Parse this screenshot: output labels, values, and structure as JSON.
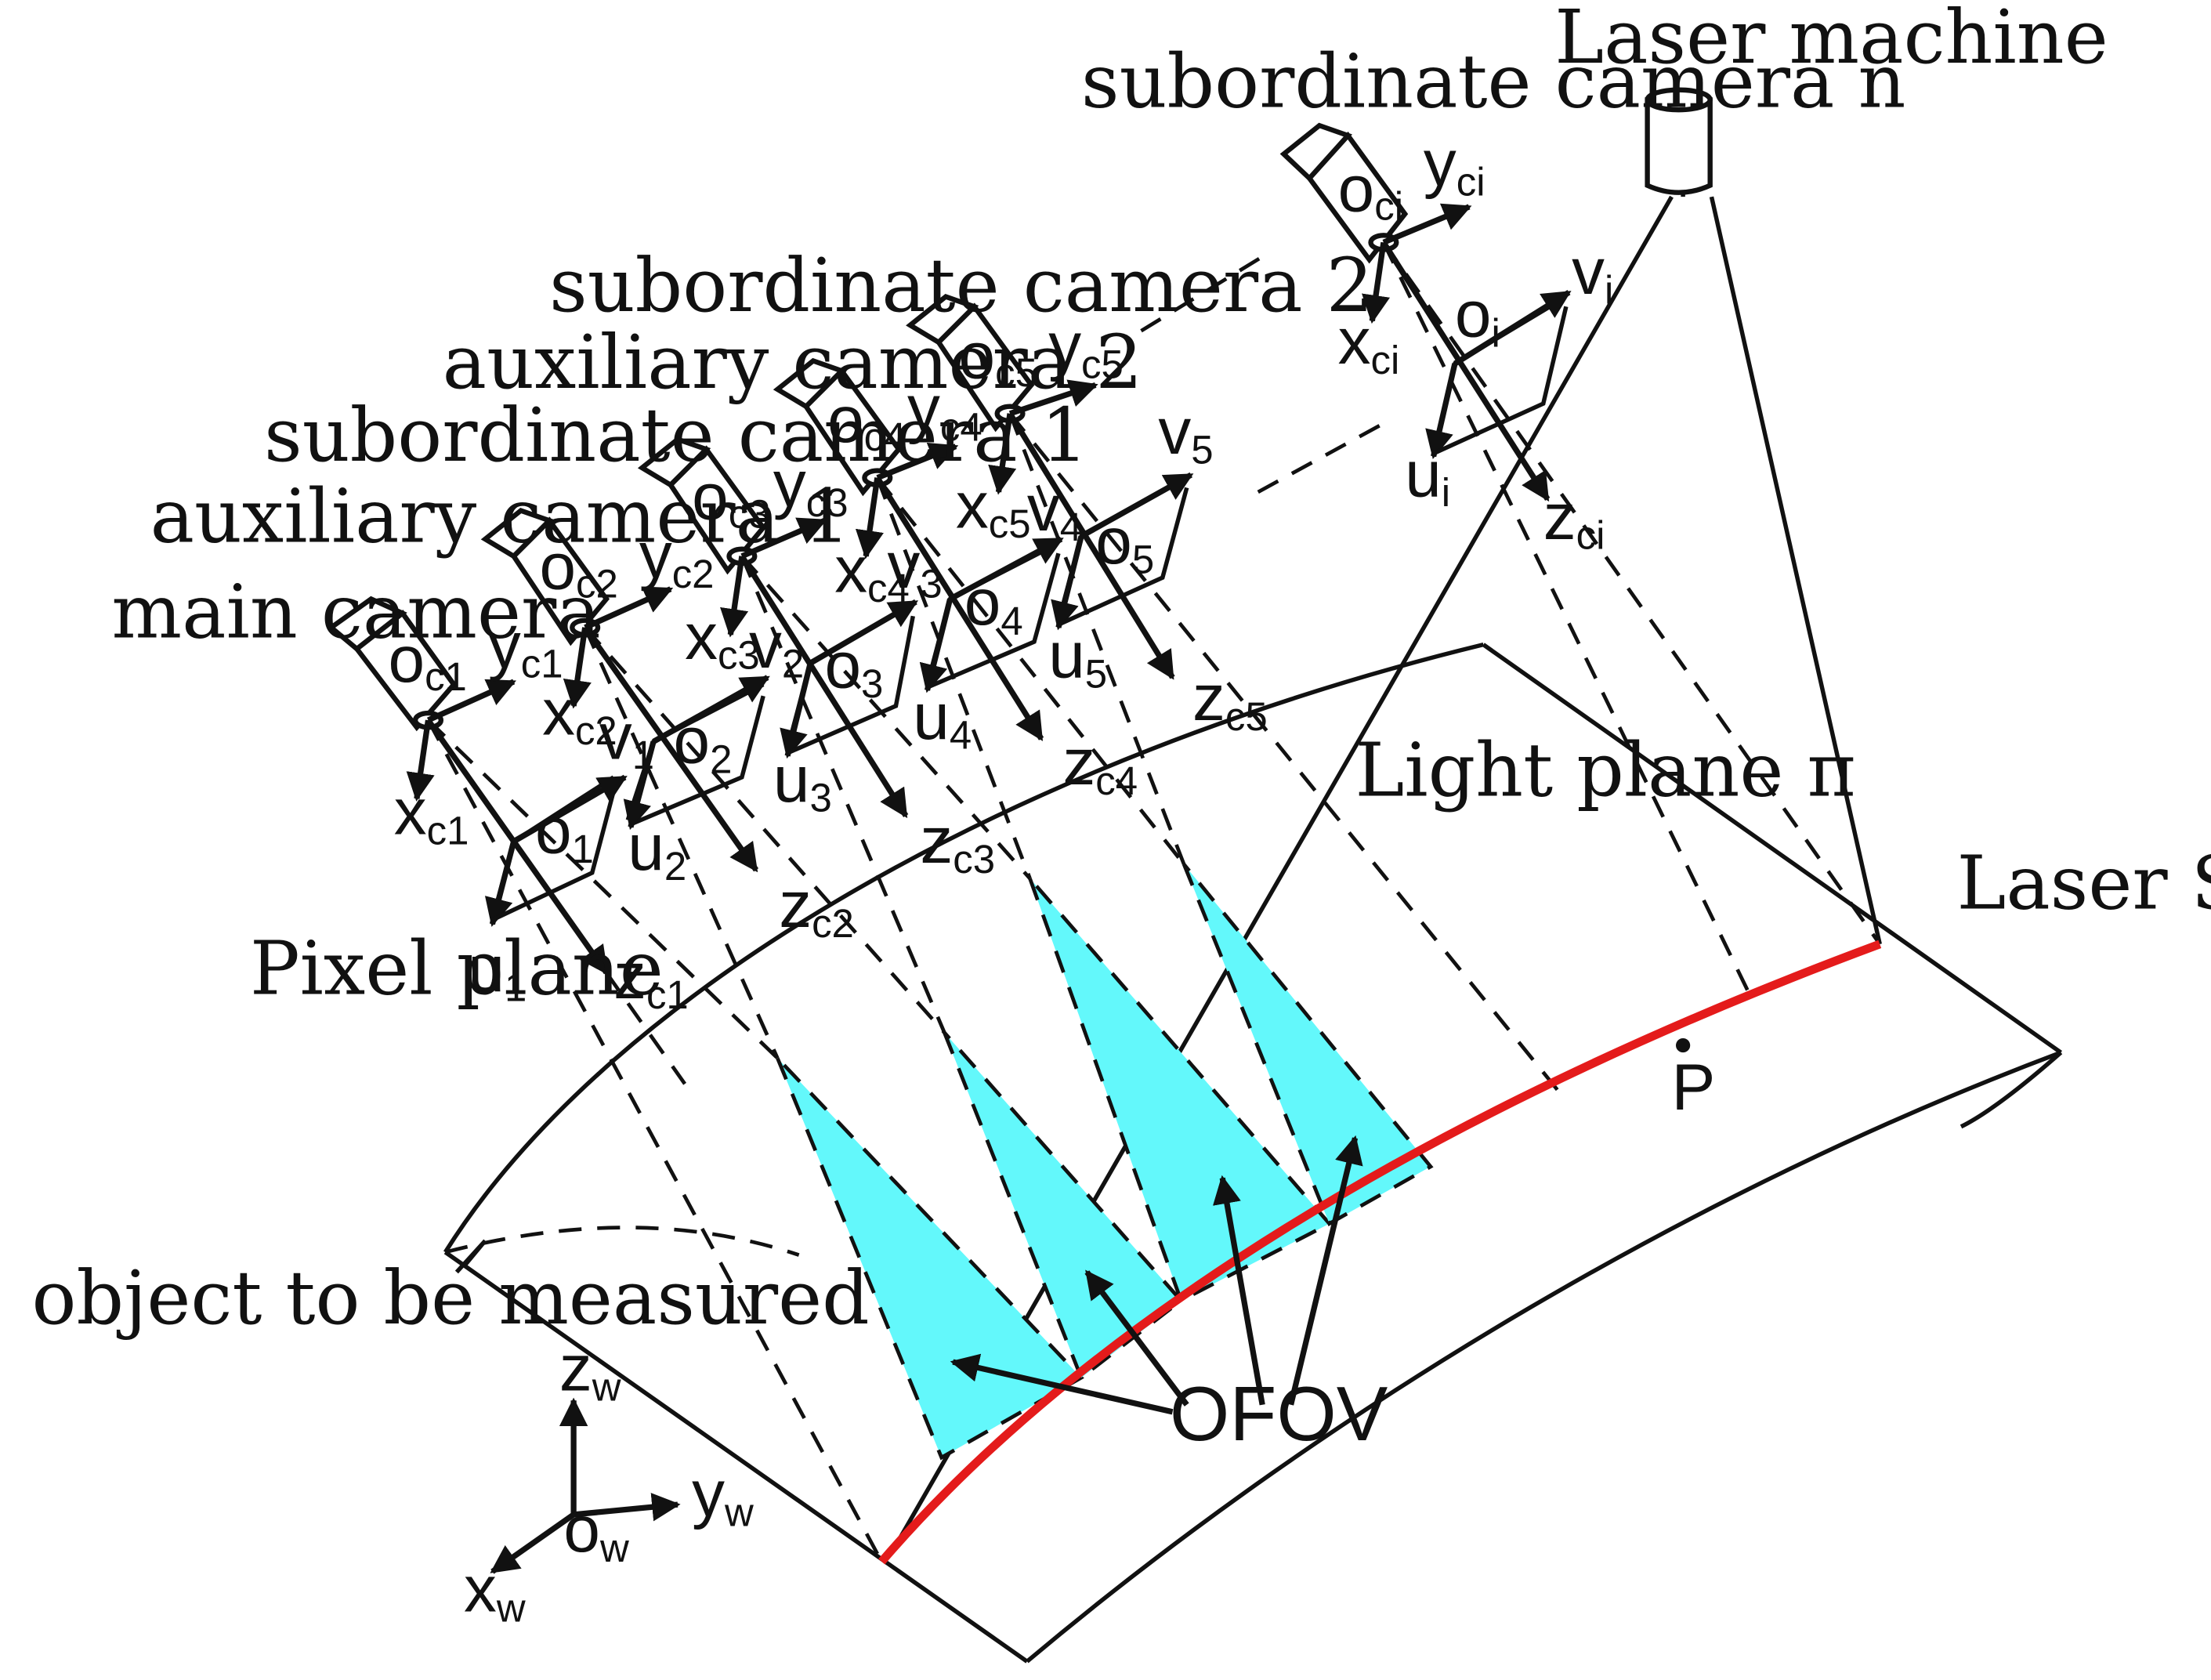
{
  "labels": {
    "laser_machine": "Laser machine",
    "subordinate_camera_n": "subordinate camera n",
    "subordinate_camera_2": "subordinate camera 2",
    "auxiliary_camera_2": "auxiliary camera 2",
    "subordinate_camera_1": "subordinate camera 1",
    "auxiliary_camera_1": "auxiliary camera 1",
    "main_camera": "main camera",
    "pixel_plane": "Pixel plane",
    "light_plane": "Light plane π",
    "laser_stripes": "Laser Stripes",
    "object_to_be_measured": "object to be measured",
    "ofov": "OFOV",
    "point_p": "P"
  },
  "cameras": [
    {
      "oc": "o",
      "oc_sub": "c1",
      "x": "x",
      "x_sub": "c1",
      "y": "y",
      "y_sub": "c1",
      "z": "z",
      "z_sub": "c1",
      "u": "u",
      "u_sub": "1",
      "v": "v",
      "v_sub": "1",
      "o": "o",
      "o_sub": "1"
    },
    {
      "oc": "o",
      "oc_sub": "c2",
      "x": "x",
      "x_sub": "c2",
      "y": "y",
      "y_sub": "c2",
      "z": "z",
      "z_sub": "c2",
      "u": "u",
      "u_sub": "2",
      "v": "v",
      "v_sub": "2",
      "o": "o",
      "o_sub": "2"
    },
    {
      "oc": "o",
      "oc_sub": "c3",
      "x": "x",
      "x_sub": "c3",
      "y": "y",
      "y_sub": "c3",
      "z": "z",
      "z_sub": "c3",
      "u": "u",
      "u_sub": "3",
      "v": "v",
      "v_sub": "3",
      "o": "o",
      "o_sub": "3"
    },
    {
      "oc": "o",
      "oc_sub": "c4",
      "x": "x",
      "x_sub": "c4",
      "y": "y",
      "y_sub": "c4",
      "z": "z",
      "z_sub": "c4",
      "u": "u",
      "u_sub": "4",
      "v": "v",
      "v_sub": "4",
      "o": "o",
      "o_sub": "4"
    },
    {
      "oc": "o",
      "oc_sub": "c5",
      "x": "x",
      "x_sub": "c5",
      "y": "y",
      "y_sub": "c5",
      "z": "z",
      "z_sub": "c5",
      "u": "u",
      "u_sub": "5",
      "v": "v",
      "v_sub": "5",
      "o": "o",
      "o_sub": "5"
    },
    {
      "oc": "o",
      "oc_sub": "ci",
      "x": "x",
      "x_sub": "ci",
      "y": "y",
      "y_sub": "ci",
      "z": "z",
      "z_sub": "ci",
      "u": "u",
      "u_sub": "i",
      "v": "v",
      "v_sub": "i",
      "o": "o",
      "o_sub": "i"
    }
  ],
  "world": {
    "z": "z",
    "z_sub": "w",
    "y": "y",
    "y_sub": "w",
    "x": "x",
    "x_sub": "w",
    "o": "o",
    "o_sub": "w"
  },
  "colors": {
    "stripe": "#e41b1b",
    "fov": "#63f8fb",
    "line": "#111111"
  }
}
